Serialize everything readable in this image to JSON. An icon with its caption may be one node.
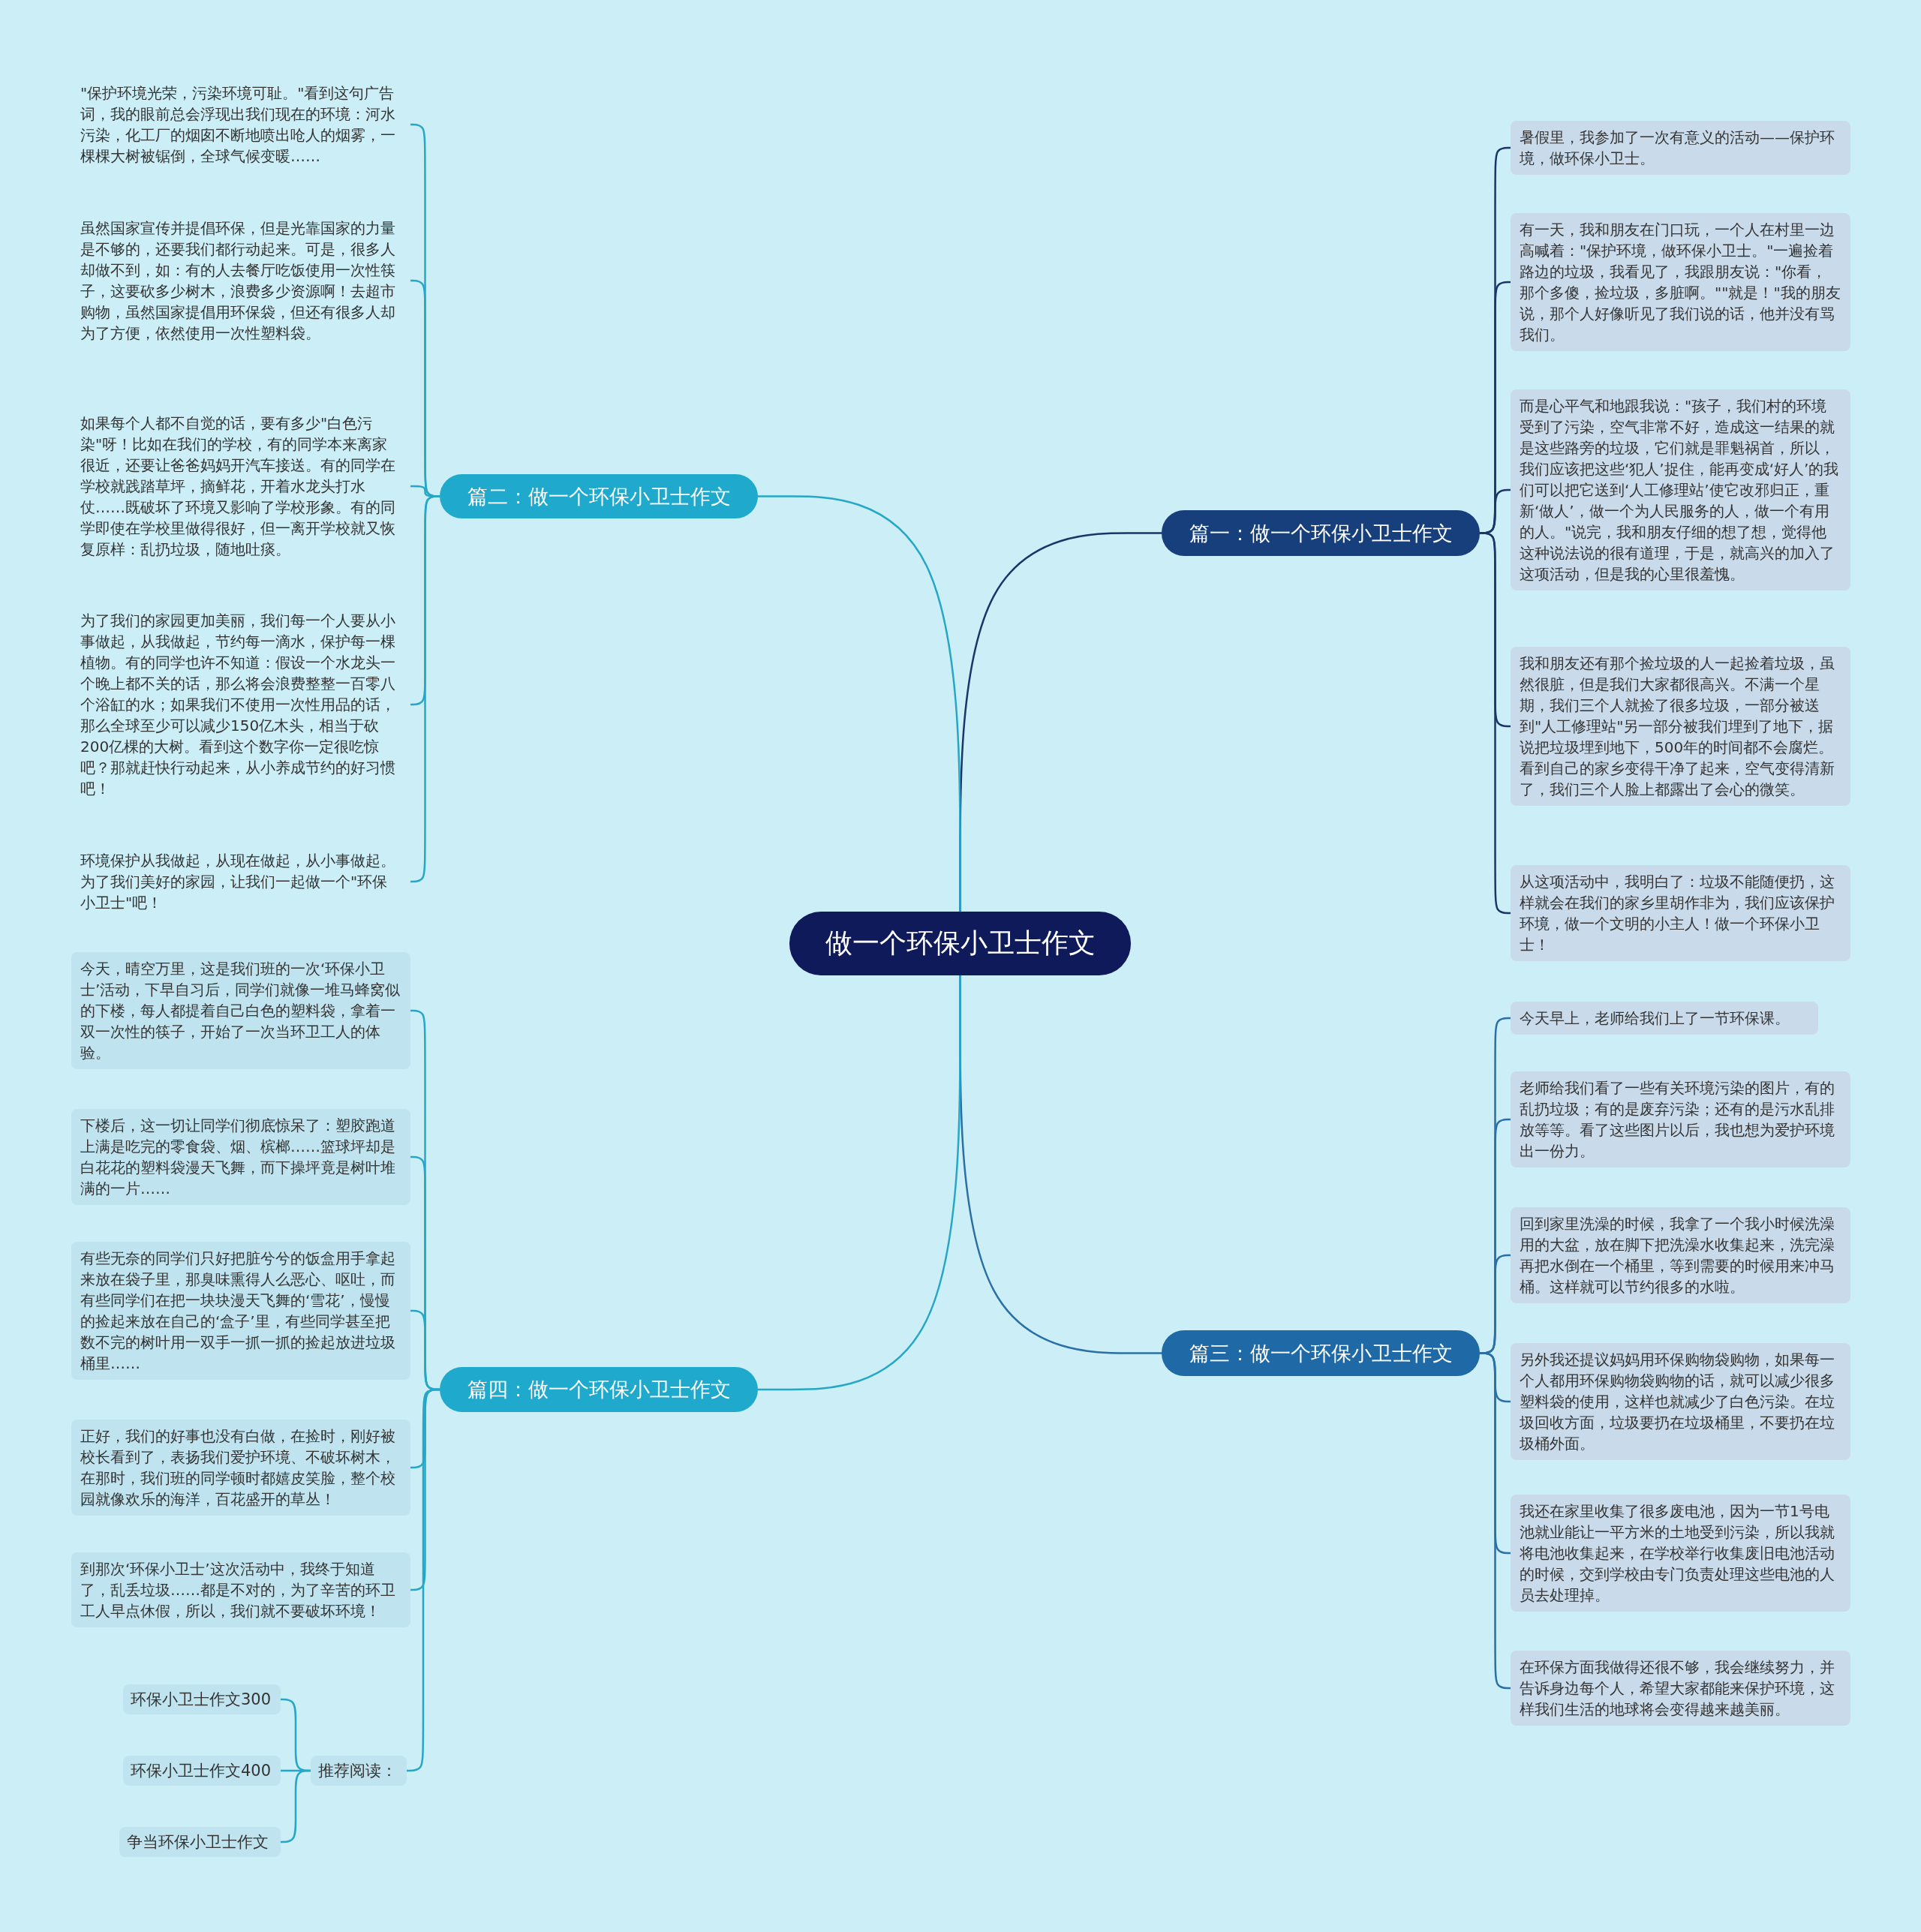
{
  "diagram": {
    "nodes": [
      {
        "text": [
          "做一个环保小卫士作文"
        ]
      },
      {
        "text": [
          "篇一：做一个环保小卫士作文"
        ]
      },
      {
        "text": [
          "暑假里，我参加了一次有意义的活动——保护环境，做环保小卫士。"
        ]
      },
      {
        "text": [
          "有一天，我和朋友在门口玩，一个人在村里一边高喊着：\"保护环境，做环保小卫士。\"一遍捡着路边的垃圾，我看见了，我跟朋友说：\"你看，那个多傻，捡垃圾，多脏啊。\"\"就是！\"我的朋友说，那个人好像听见了我们说的话，他并没有骂我们。"
        ]
      },
      {
        "text": [
          "而是心平气和地跟我说：\"孩子，我们村的环境受到了污染，空气非常不好，造成这一结果的就是这些路旁的垃圾，它们就是罪魁祸首，所以，我们应该把这些‘犯人’捉住，能再变成‘好人’的我们可以把它送到‘人工修理站’使它改邪归正，重新‘做人’，做一个为人民服务的人，做一个有用的人。\"说完，我和朋友仔细的想了想，觉得他这种说法说的很有道理，于是，就高兴的加入了这项活动，但是我的心里很羞愧。"
        ]
      },
      {
        "text": [
          "我和朋友还有那个捡垃圾的人一起捡着垃圾，虽然很脏，但是我们大家都很高兴。不满一个星期，我们三个人就捡了很多垃圾，一部分被送到\"人工修理站\"另一部分被我们埋到了地下，据说把垃圾埋到地下，500年的时间都不会腐烂。看到自己的家乡变得干净了起来，空气变得清新了，我们三个人脸上都露出了会心的微笑。"
        ]
      },
      {
        "text": [
          "从这项活动中，我明白了：垃圾不能随便扔，这样就会在我们的家乡里胡作非为，我们应该保护环境，做一个文明的小主人！做一个环保小卫士！"
        ]
      },
      {
        "text": [
          "篇三：做一个环保小卫士作文"
        ]
      },
      {
        "text": [
          "今天早上，老师给我们上了一节环保课。"
        ]
      },
      {
        "text": [
          "老师给我们看了一些有关环境污染的图片，有的乱扔垃圾；有的是废弃污染；还有的是污水乱排放等等。看了这些图片以后，我也想为爱护环境出一份力。"
        ]
      },
      {
        "text": [
          "回到家里洗澡的时候，我拿了一个我小时候洗澡用的大盆，放在脚下把洗澡水收集起来，洗完澡再把水倒在一个桶里，等到需要的时候用来冲马桶。这样就可以节约很多的水啦。"
        ]
      },
      {
        "text": [
          "另外我还提议妈妈用环保购物袋购物，如果每一个人都用环保购物袋购物的话，就可以减少很多塑料袋的使用，这样也就减少了白色污染。在垃圾回收方面，垃圾要扔在垃圾桶里，不要扔在垃圾桶外面。"
        ]
      },
      {
        "text": [
          "我还在家里收集了很多废电池，因为一节1号电池就业能让一平方米的土地受到污染，所以我就将电池收集起来，在学校举行收集废旧电池活动的时候，交到学校由专门负责处理这些电池的人员去处理掉。"
        ]
      },
      {
        "text": [
          "在环保方面我做得还很不够，我会继续努力，并告诉身边每个人，希望大家都能来保护环境，这样我们生活的地球将会变得越来越美丽。"
        ]
      },
      {
        "text": [
          "篇二：做一个环保小卫士作文"
        ]
      },
      {
        "text": [
          "\"保护环境光荣，污染环境可耻。\"看到这句广告词，我的眼前总会浮现出我们现在的环境：河水污染，化工厂的烟囱不断地喷出呛人的烟雾，一棵棵大树被锯倒，全球气候变暖……"
        ]
      },
      {
        "text": [
          "虽然国家宣传并提倡环保，但是光靠国家的力量是不够的，还要我们都行动起来。可是，很多人却做不到，如：有的人去餐厅吃饭使用一次性筷子，这要砍多少树木，浪费多少资源啊！去超市购物，虽然国家提倡用环保袋，但还有很多人却为了方便，依然使用一次性塑料袋。"
        ]
      },
      {
        "text": [
          "如果每个人都不自觉的话，要有多少\"白色污染\"呀！比如在我们的学校，有的同学本来离家很近，还要让爸爸妈妈开汽车接送。有的同学在学校就践踏草坪，摘鲜花，开着水龙头打水仗……既破坏了环境又影响了学校形象。有的同学即使在学校里做得很好，但一离开学校就又恢复原样：乱扔垃圾，随地吐痰。"
        ]
      },
      {
        "text": [
          "为了我们的家园更加美丽，我们每一个人要从小事做起，从我做起，节约每一滴水，保护每一棵植物。有的同学也许不知道：假设一个水龙头一个晚上都不关的话，那么将会浪费整整一百零八个浴缸的水；如果我们不使用一次性用品的话，那么全球至少可以减少150亿木头，相当于砍200亿棵的大树。看到这个数字你一定很吃惊吧？那就赶快行动起来，从小养成节约的好习惯吧！"
        ]
      },
      {
        "text": [
          "环境保护从我做起，从现在做起，从小事做起。为了我们美好的家园，让我们一起做一个\"环保小卫士\"吧！"
        ]
      },
      {
        "text": [
          "篇四：做一个环保小卫士作文"
        ]
      },
      {
        "text": [
          "今天，晴空万里，这是我们班的一次‘环保小卫士’活动，下早自习后，同学们就像一堆马蜂窝似的下楼，每人都提着自己白色的塑料袋，拿着一双一次性的筷子，开始了一次当环卫工人的体验。"
        ]
      },
      {
        "text": [
          "下楼后，这一切让同学们彻底惊呆了：塑胶跑道上满是吃完的零食袋、烟、槟榔……篮球坪却是白花花的塑料袋漫天飞舞，而下操坪竟是树叶堆满的一片……"
        ]
      },
      {
        "text": [
          "有些无奈的同学们只好把脏兮兮的饭盒用手拿起来放在袋子里，那臭味熏得人么恶心、呕吐，而有些同学们在把一块块漫天飞舞的‘雪花’，慢慢的捡起来放在自己的‘盒子’里，有些同学甚至把数不完的树叶用一双手一抓一抓的捡起放进垃圾桶里……"
        ]
      },
      {
        "text": [
          "正好，我们的好事也没有白做，在捡时，刚好被校长看到了，表扬我们爱护环境、不破坏树木，在那时，我们班的同学顿时都嬉皮笑脸，整个校园就像欢乐的海洋，百花盛开的草丛！"
        ]
      },
      {
        "text": [
          "到那次‘环保小卫士’这次活动中，我终于知道了，乱丢垃圾……都是不对的，为了辛苦的环卫工人早点休假，所以，我们就不要破坏环境！"
        ]
      },
      {
        "text": [
          "推荐阅读："
        ]
      },
      {
        "text": [
          "环保小卫士作文300"
        ]
      },
      {
        "text": [
          "环保小卫士作文400"
        ]
      },
      {
        "text": [
          "争当环保小卫士作文"
        ]
      }
    ],
    "edges": [
      {
        "from": 0,
        "to": 1,
        "arrow": "none",
        "color": "#1c3569"
      },
      {
        "from": 1,
        "to": 2,
        "arrow": "none",
        "color": "#1c3569"
      },
      {
        "from": 1,
        "to": 3,
        "arrow": "none",
        "color": "#1c3569"
      },
      {
        "from": 1,
        "to": 4,
        "arrow": "none",
        "color": "#1c3569"
      },
      {
        "from": 1,
        "to": 5,
        "arrow": "none",
        "color": "#1c3569"
      },
      {
        "from": 1,
        "to": 6,
        "arrow": "none",
        "color": "#1c3569"
      },
      {
        "from": 0,
        "to": 7,
        "arrow": "none",
        "color": "#2a6fa6"
      },
      {
        "from": 7,
        "to": 8,
        "arrow": "none",
        "color": "#2a6fa6"
      },
      {
        "from": 7,
        "to": 9,
        "arrow": "none",
        "color": "#2a6fa6"
      },
      {
        "from": 7,
        "to": 10,
        "arrow": "none",
        "color": "#2a6fa6"
      },
      {
        "from": 7,
        "to": 11,
        "arrow": "none",
        "color": "#2a6fa6"
      },
      {
        "from": 7,
        "to": 12,
        "arrow": "none",
        "color": "#2a6fa6"
      },
      {
        "from": 7,
        "to": 13,
        "arrow": "none",
        "color": "#2a6fa6"
      },
      {
        "from": 0,
        "to": 14,
        "arrow": "none"
      },
      {
        "from": 14,
        "to": 15,
        "arrow": "none"
      },
      {
        "from": 14,
        "to": 16,
        "arrow": "none"
      },
      {
        "from": 14,
        "to": 17,
        "arrow": "none"
      },
      {
        "from": 14,
        "to": 18,
        "arrow": "none"
      },
      {
        "from": 14,
        "to": 19,
        "arrow": "none"
      },
      {
        "from": 0,
        "to": 20,
        "arrow": "none"
      },
      {
        "from": 20,
        "to": 21,
        "arrow": "none"
      },
      {
        "from": 20,
        "to": 22,
        "arrow": "none"
      },
      {
        "from": 20,
        "to": 23,
        "arrow": "none"
      },
      {
        "from": 20,
        "to": 24,
        "arrow": "none"
      },
      {
        "from": 20,
        "to": 25,
        "arrow": "none"
      },
      {
        "from": 20,
        "to": 26,
        "arrow": "none"
      },
      {
        "from": 26,
        "to": 27,
        "arrow": "none"
      },
      {
        "from": 26,
        "to": 28,
        "arrow": "none"
      },
      {
        "from": 26,
        "to": 29,
        "arrow": "none"
      }
    ]
  }
}
